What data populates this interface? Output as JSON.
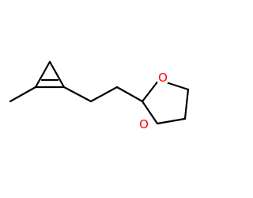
{
  "molecule": {
    "atoms": [
      {
        "id": "oxygen_top",
        "label": "O",
        "color": "#ff0000"
      },
      {
        "id": "oxygen_bottom",
        "label": "O",
        "color": "#ff0000"
      }
    ]
  }
}
